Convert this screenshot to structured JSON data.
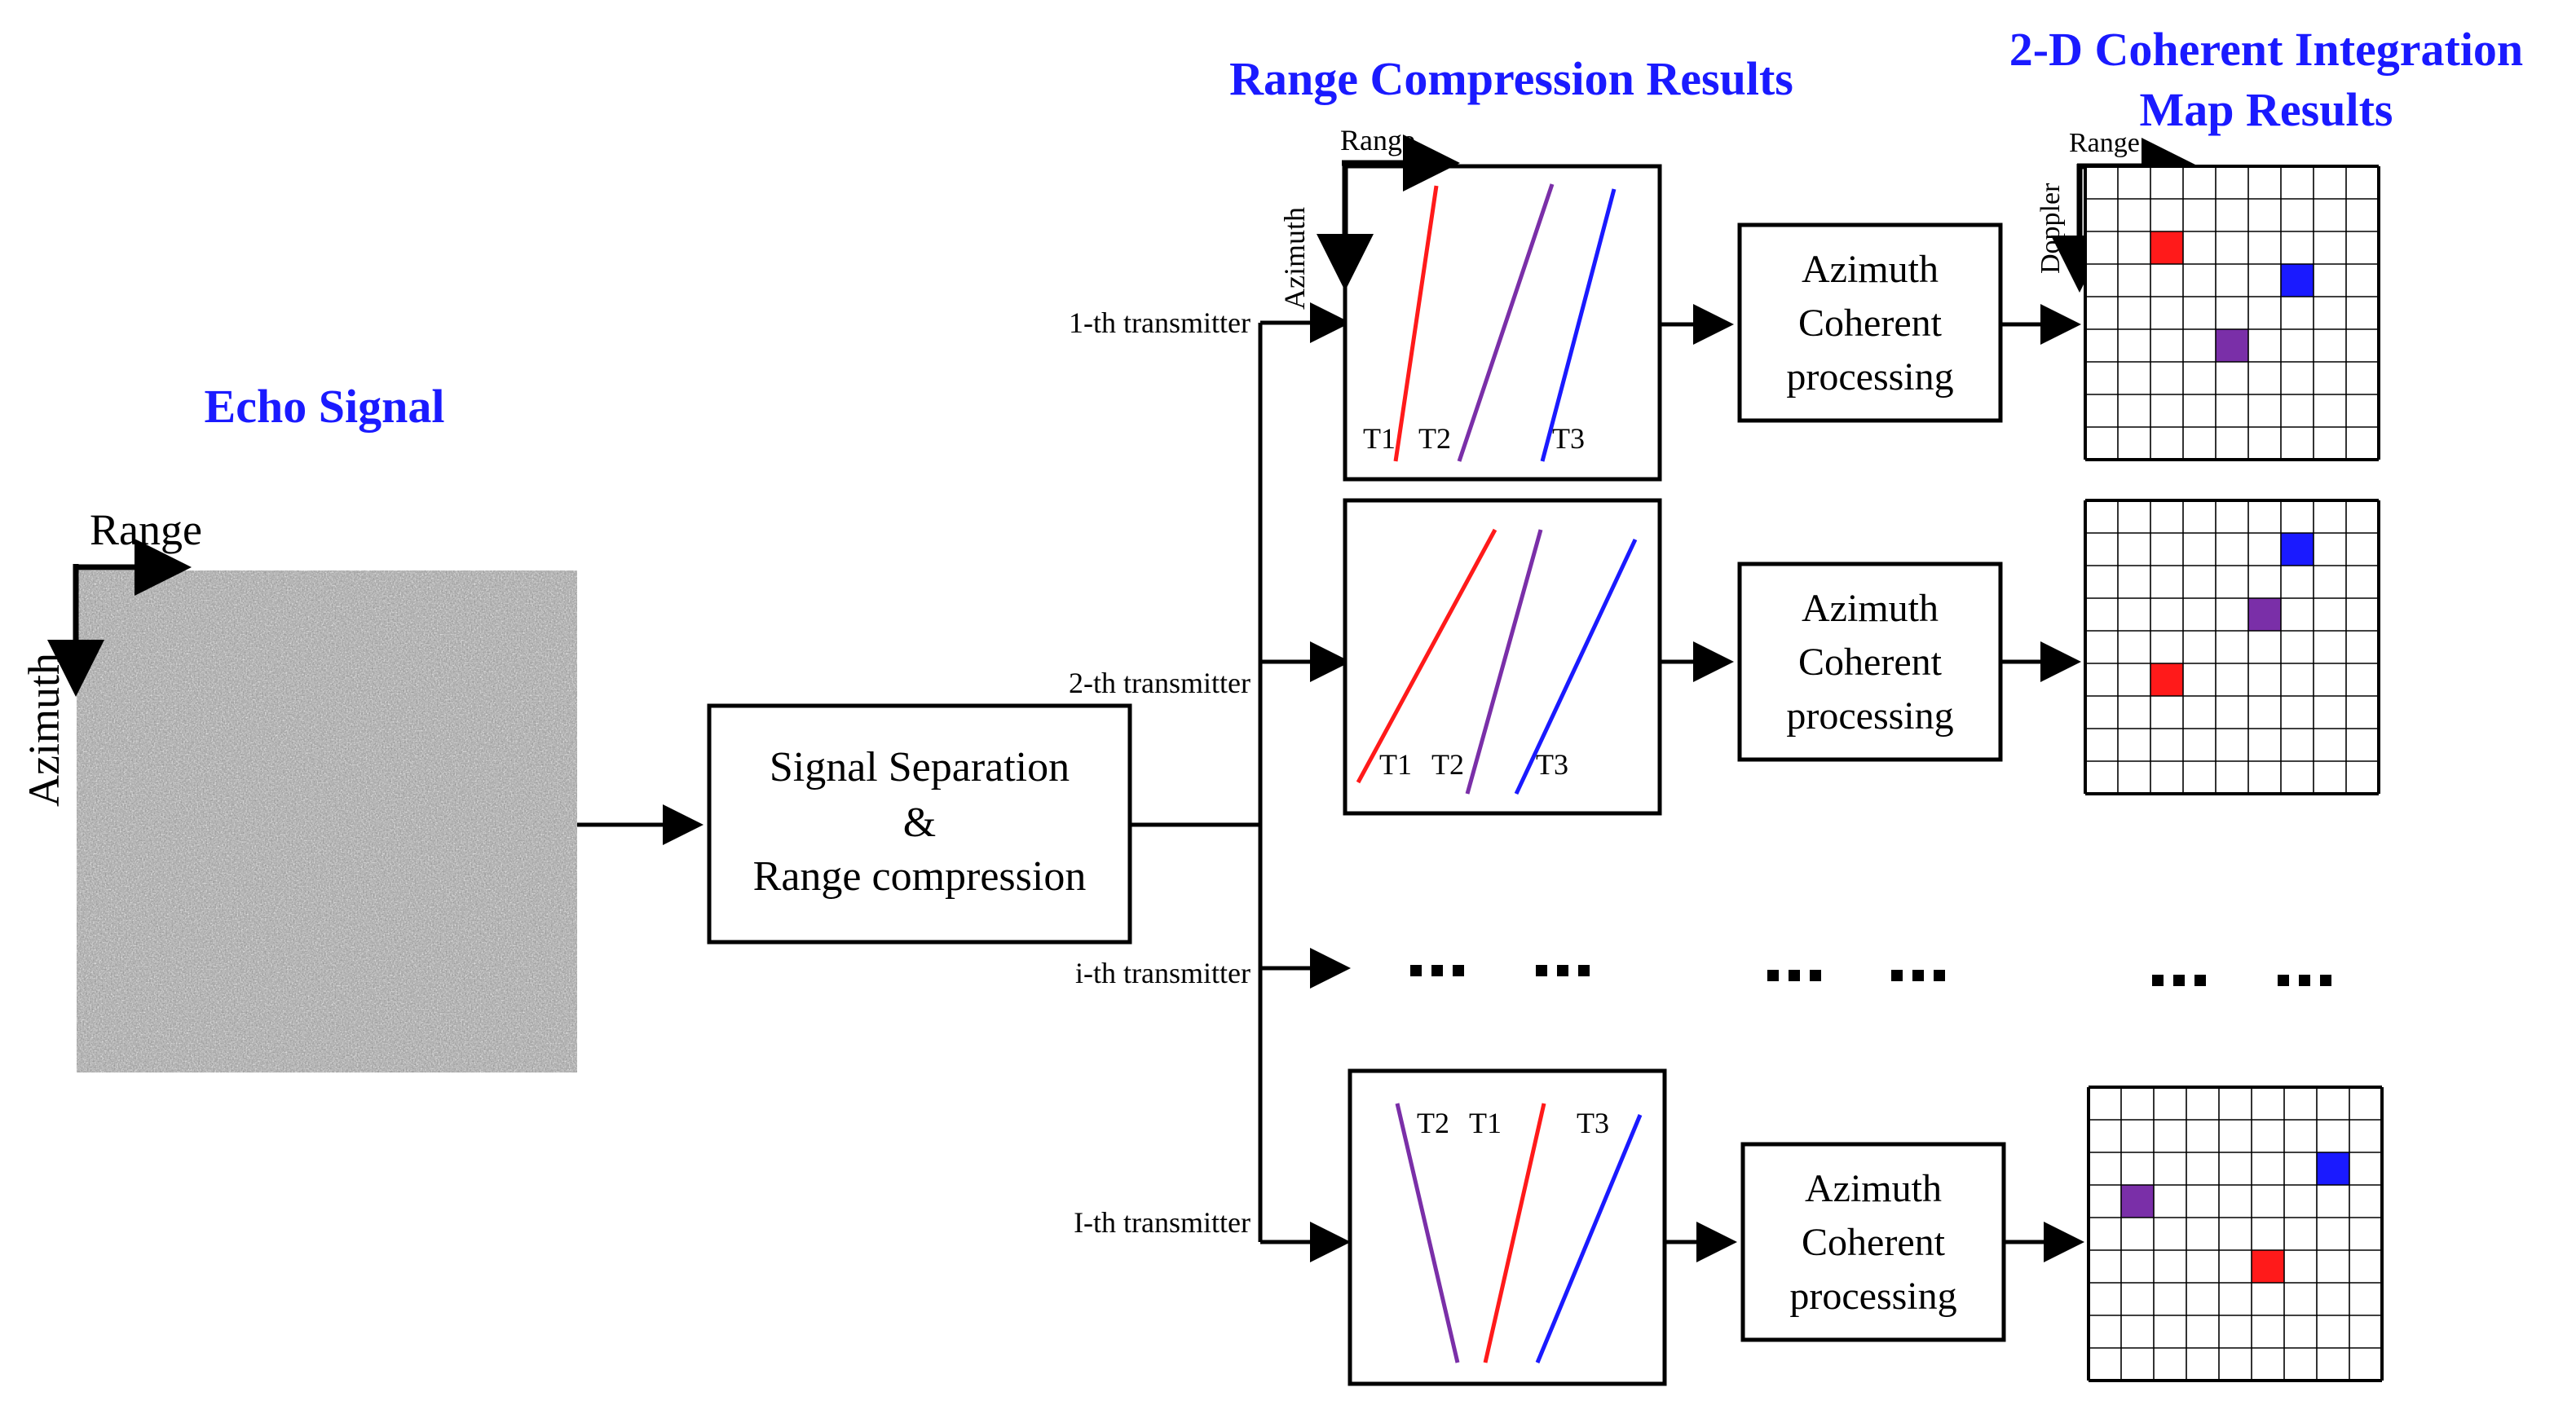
{
  "titles": {
    "echo_signal": "Echo Signal",
    "range_compression": "Range Compression Results",
    "integration_line1": "2-D Coherent Integration",
    "integration_line2": "Map Results"
  },
  "echo_panel": {
    "range_label": "Range",
    "azimuth_label": "Azimuth"
  },
  "separation_box": {
    "line1": "Signal Separation",
    "line2": "&",
    "line3": "Range compression"
  },
  "transmitters": {
    "t1": "1-th transmitter",
    "t2": "2-th transmitter",
    "ti": "i-th transmitter",
    "tI": "I-th transmitter"
  },
  "rc_panel_axes": {
    "range": "Range",
    "azimuth": "Azimuth"
  },
  "rc_labels": {
    "row1": [
      "T1",
      "T2",
      "T3"
    ],
    "row2": [
      "T1",
      "T2",
      "T3"
    ],
    "row4": [
      "T2",
      "T1",
      "T3"
    ]
  },
  "azimuth_box": {
    "line1": "Azimuth",
    "line2": "Coherent",
    "line3": "processing"
  },
  "map_axes": {
    "range": "Range",
    "doppler": "Doppler"
  },
  "ellipsis": "...",
  "colors": {
    "title_blue": "#1a1aff",
    "target_red": "#ff1a1a",
    "target_purple": "#7a2fa8",
    "target_blue": "#1a1aff"
  }
}
